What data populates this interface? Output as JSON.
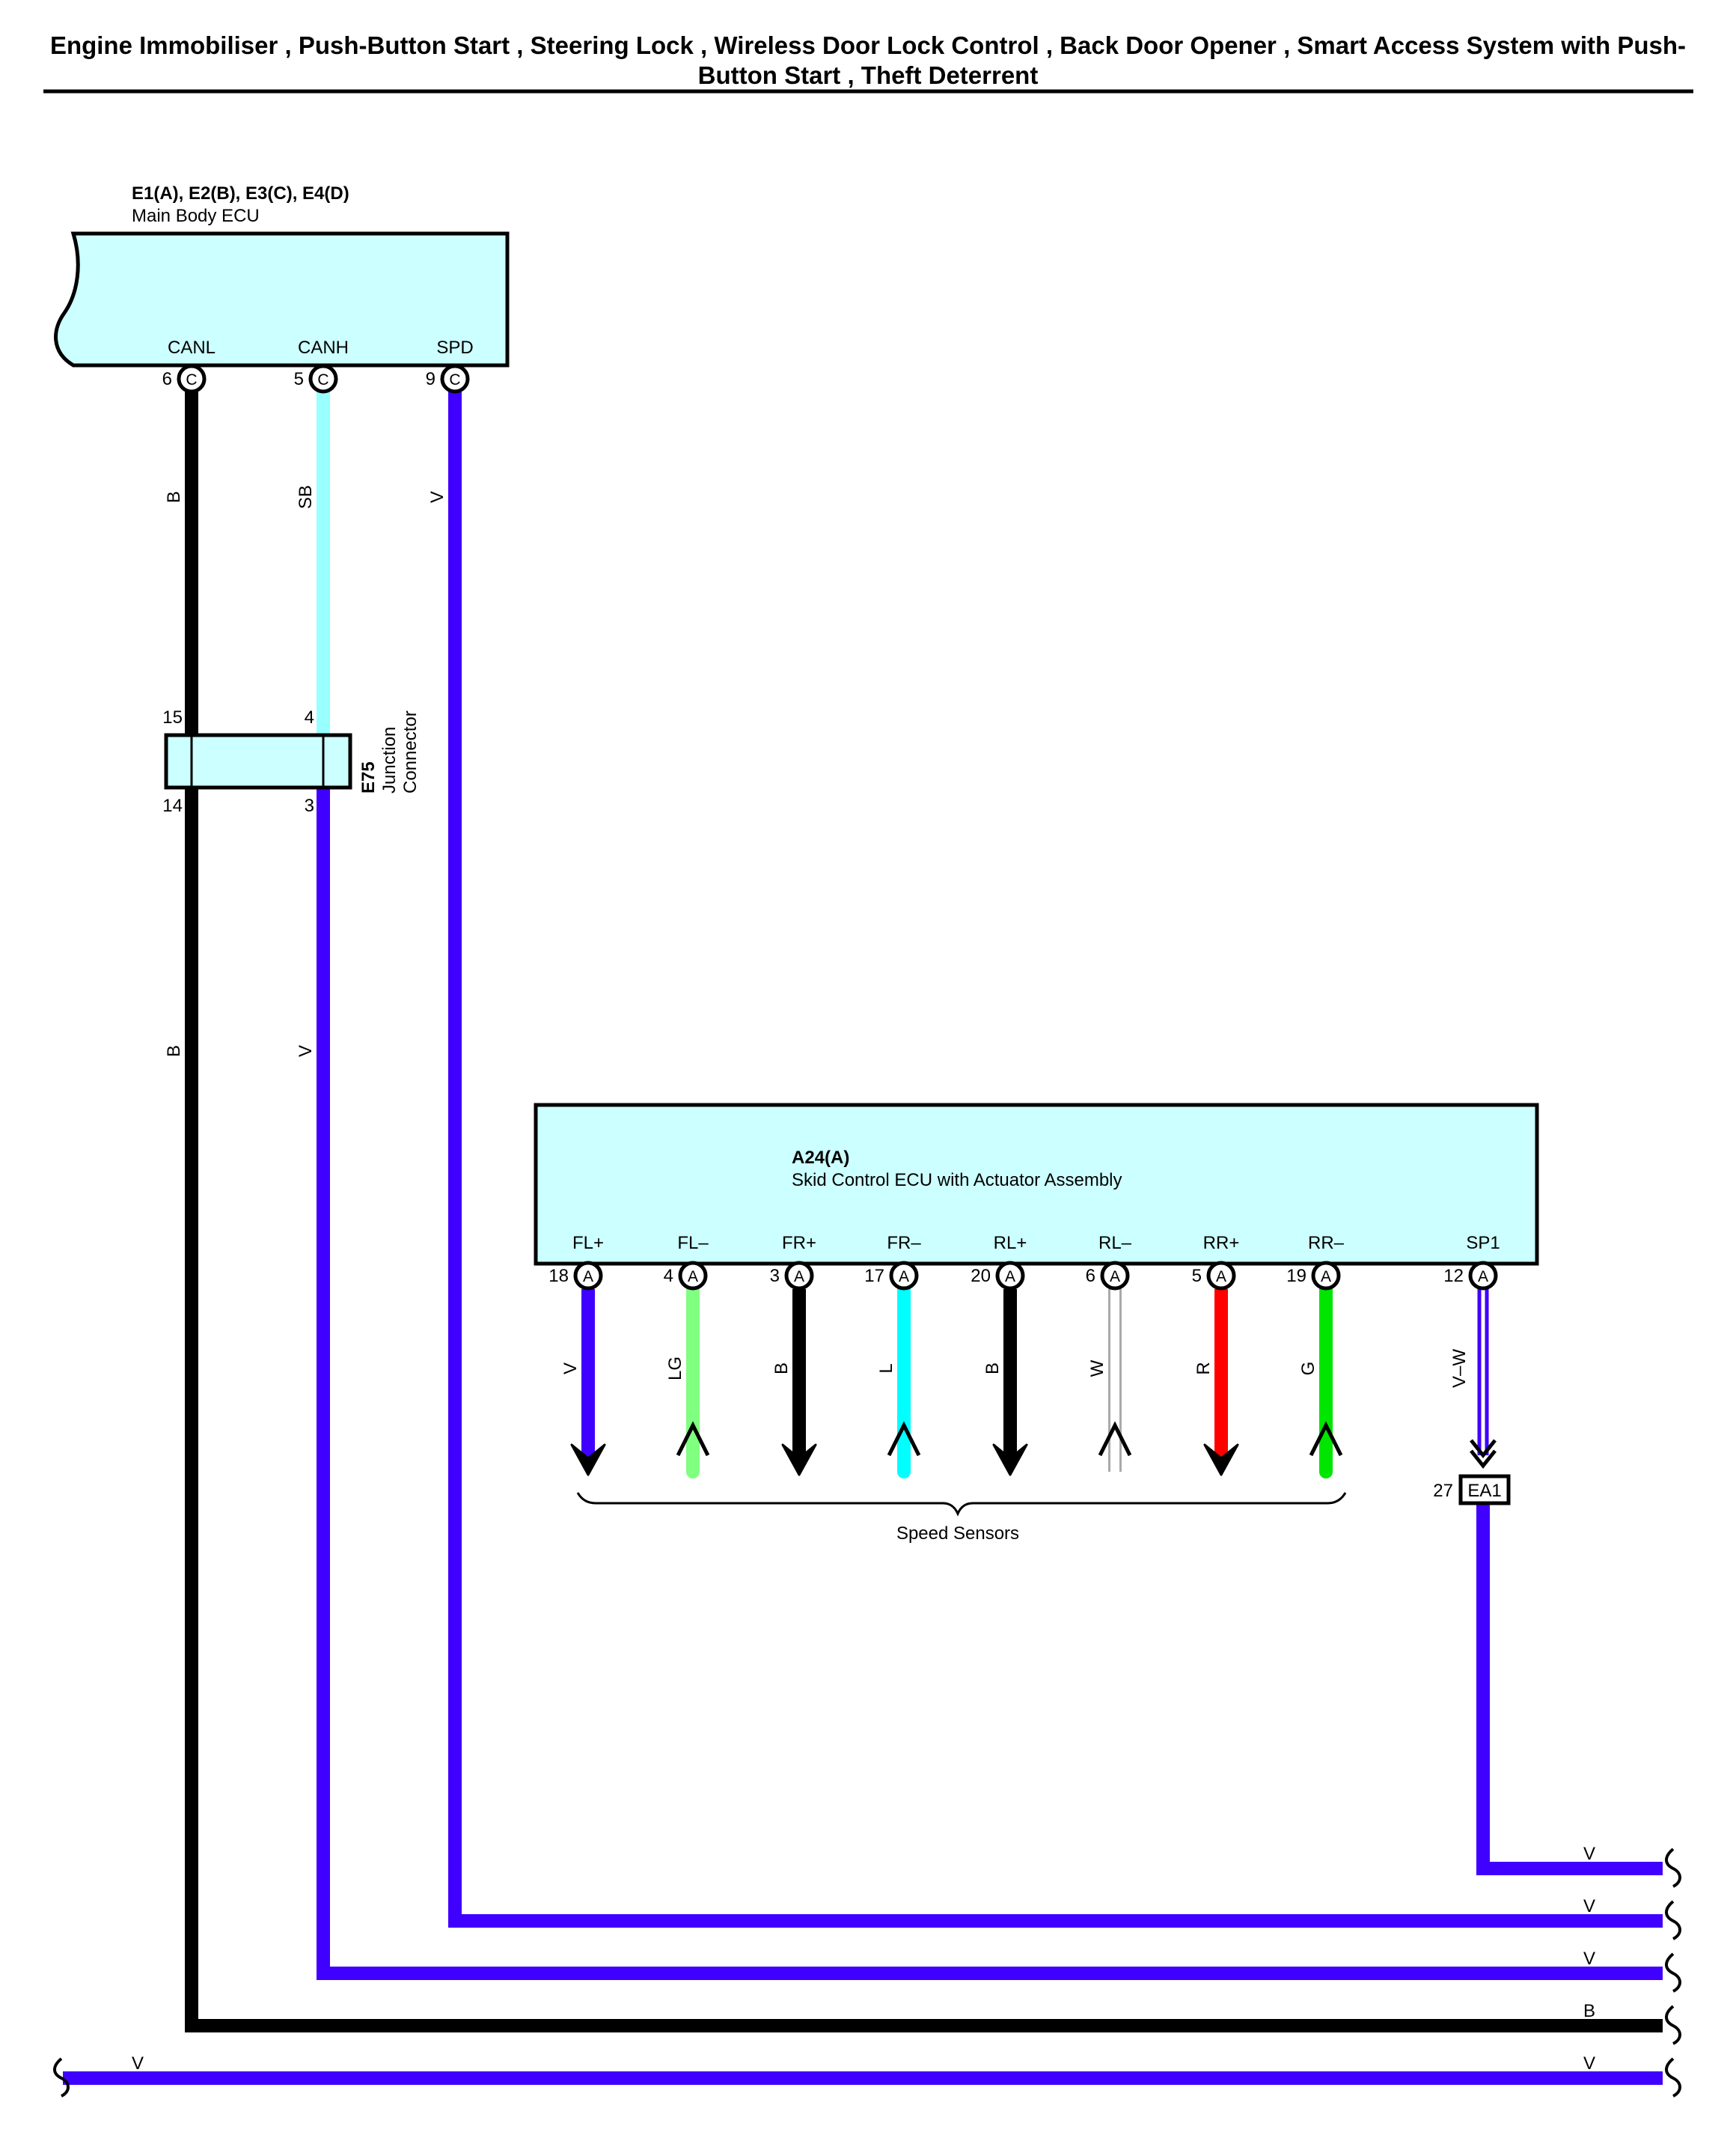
{
  "title": {
    "line1": "Engine Immobiliser , Push-Button Start , Steering Lock , Wireless Door Lock Control , Back Door Opener , Smart Access System with Push-",
    "line2": "Button Start , Theft Deterrent"
  },
  "main_body_ecu": {
    "code": "E1(A), E2(B), E3(C), E4(D)",
    "name": "Main Body ECU",
    "fill": "#ccffff",
    "pins": [
      {
        "id": "canl",
        "label": "CANL",
        "num": "6",
        "conn": "C"
      },
      {
        "id": "canh",
        "label": "CANH",
        "num": "5",
        "conn": "C"
      },
      {
        "id": "spd",
        "label": "SPD",
        "num": "9",
        "conn": "C"
      }
    ]
  },
  "junction_connector": {
    "code": "E75",
    "name_line1": "Junction",
    "name_line2": "Connector",
    "pins": {
      "top_left": "15",
      "top_right": "4",
      "bottom_left": "14",
      "bottom_right": "3"
    }
  },
  "skid_ecu": {
    "code": "A24(A)",
    "name": "Skid Control ECU with Actuator Assembly",
    "fill": "#ccffff",
    "pins": [
      {
        "id": "flp",
        "label": "FL+",
        "num": "18",
        "conn": "A",
        "wire": "V",
        "color": "#3f00ff",
        "arrow": "down"
      },
      {
        "id": "flm",
        "label": "FL–",
        "num": "4",
        "conn": "A",
        "wire": "LG",
        "color": "#80ff80",
        "arrow": "up"
      },
      {
        "id": "frp",
        "label": "FR+",
        "num": "3",
        "conn": "A",
        "wire": "B",
        "color": "#000000",
        "arrow": "down"
      },
      {
        "id": "frm",
        "label": "FR–",
        "num": "17",
        "conn": "A",
        "wire": "L",
        "color": "#00ffff",
        "arrow": "up"
      },
      {
        "id": "rlp",
        "label": "RL+",
        "num": "20",
        "conn": "A",
        "wire": "B",
        "color": "#000000",
        "arrow": "down"
      },
      {
        "id": "rlm",
        "label": "RL–",
        "num": "6",
        "conn": "A",
        "wire": "W",
        "color": "#ffffff",
        "arrow": "up"
      },
      {
        "id": "rrp",
        "label": "RR+",
        "num": "5",
        "conn": "A",
        "wire": "R",
        "color": "#ff0000",
        "arrow": "down"
      },
      {
        "id": "rrm",
        "label": "RR–",
        "num": "19",
        "conn": "A",
        "wire": "G",
        "color": "#00e600",
        "arrow": "up"
      },
      {
        "id": "sp1",
        "label": "SP1",
        "num": "12",
        "conn": "A",
        "wire": "V–W",
        "color": "#3f00ff",
        "arrow": "double"
      }
    ]
  },
  "speed_sensors_label": "Speed Sensors",
  "ea1_connector": {
    "label": "EA1",
    "num": "27"
  },
  "wires": {
    "canl_upper": "B",
    "canh_upper": "SB",
    "spd_vertical": "V",
    "canl_lower": "B",
    "canh_lower": "V",
    "right_sp1": "V",
    "right_spd": "V",
    "right_canh": "V",
    "right_canl": "B",
    "bottom_left": "V",
    "bottom_right": "V"
  },
  "colors": {
    "violet": "#3f00ff",
    "black": "#000000",
    "sky_blue": "#99ffff",
    "ecu_fill": "#ccffff"
  }
}
